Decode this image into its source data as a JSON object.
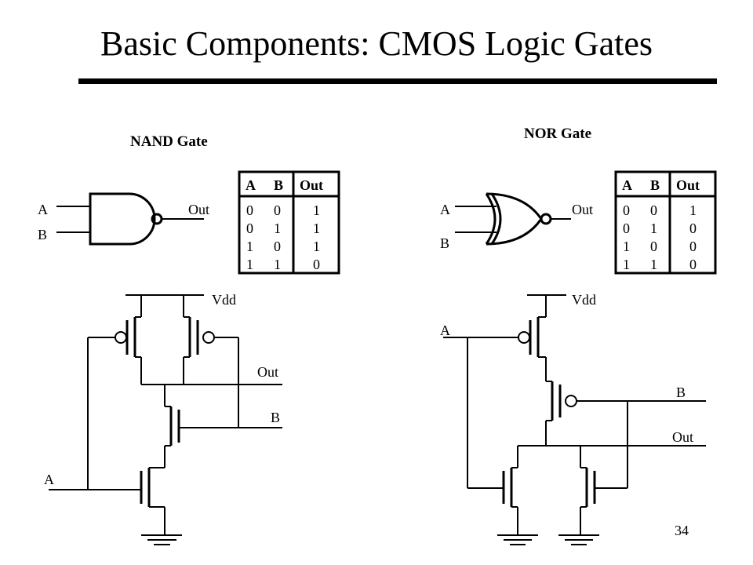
{
  "slide": {
    "title": "Basic Components: CMOS Logic Gates",
    "page_number": "34"
  },
  "nand": {
    "heading": "NAND Gate",
    "symbol": {
      "input_a": "A",
      "input_b": "B",
      "output": "Out"
    },
    "truth_table": {
      "headers": [
        "A",
        "B",
        "Out"
      ],
      "rows": [
        [
          "0",
          "0",
          "1"
        ],
        [
          "0",
          "1",
          "1"
        ],
        [
          "1",
          "0",
          "1"
        ],
        [
          "1",
          "1",
          "0"
        ]
      ]
    },
    "circuit": {
      "vdd": "Vdd",
      "out": "Out",
      "b": "B",
      "a": "A"
    }
  },
  "nor": {
    "heading": "NOR Gate",
    "symbol": {
      "input_a": "A",
      "input_b": "B",
      "output": "Out"
    },
    "truth_table": {
      "headers": [
        "A",
        "B",
        "Out"
      ],
      "rows": [
        [
          "0",
          "0",
          "1"
        ],
        [
          "0",
          "1",
          "0"
        ],
        [
          "1",
          "0",
          "0"
        ],
        [
          "1",
          "1",
          "0"
        ]
      ]
    },
    "circuit": {
      "vdd": "Vdd",
      "a": "A",
      "b": "B",
      "out": "Out"
    }
  }
}
